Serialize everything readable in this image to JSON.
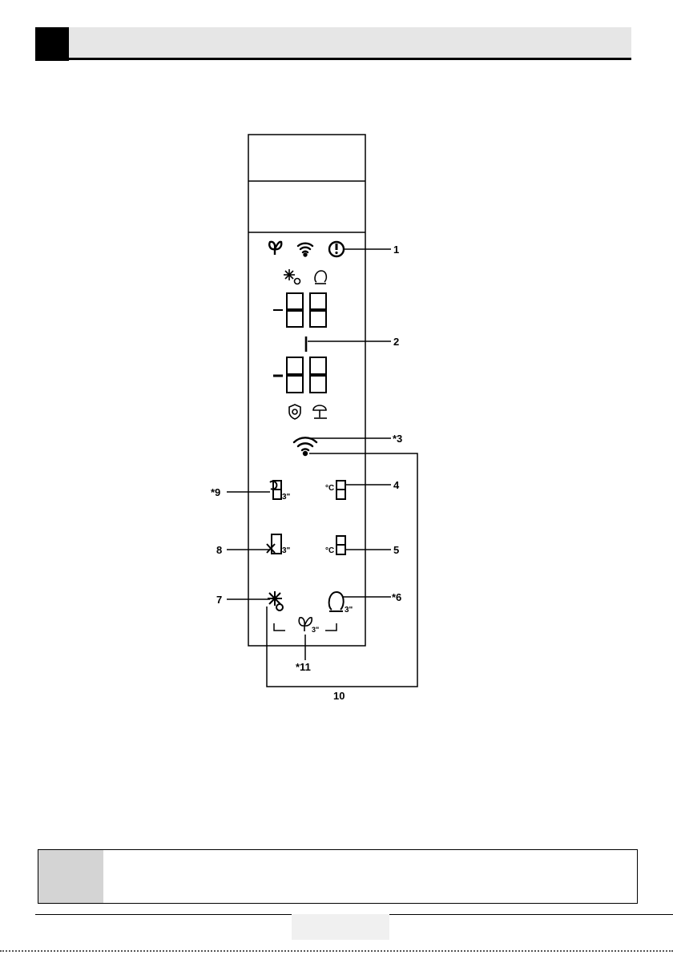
{
  "callouts": {
    "c1": "1",
    "c2": "2",
    "c3": "*3",
    "c4": "4",
    "c5": "5",
    "c6": "*6",
    "c7": "7",
    "c8": "8",
    "c9": "*9",
    "c10": "10",
    "c11": "*11"
  },
  "icons": {
    "timer": "3\"",
    "celsius": "°C"
  },
  "panel_icons": [
    "eco-leaf-icon",
    "wifi-icon",
    "alert-icon",
    "quick-freeze-icon",
    "vacation-icon",
    "segment-digits",
    "wifi-icon",
    "quick-cool-icon",
    "temperature-icon",
    "off-icon",
    "eco-mode-icon"
  ]
}
